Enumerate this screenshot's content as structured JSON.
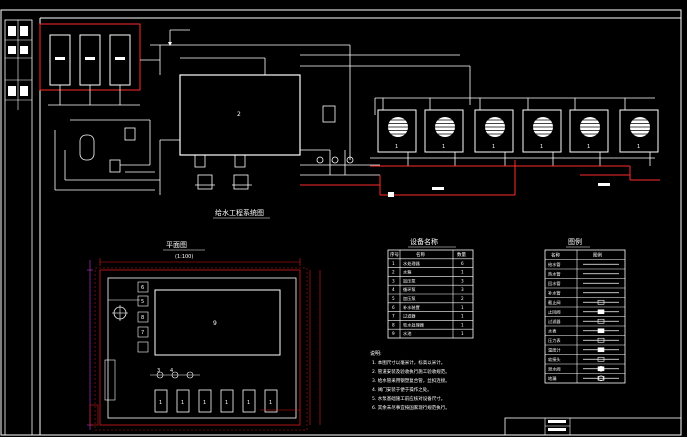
{
  "drawing": {
    "schematic_title": "给水工程系统图",
    "plan_title": "平面图",
    "plan_scale": "(1:100)",
    "equipment_table_title": "设备名称",
    "legend_title": "图例",
    "notes_title": "说明:",
    "equipment_no": "2",
    "plan_no": "9"
  },
  "equipment_table": {
    "headers": [
      "序号",
      "名称",
      "数量"
    ],
    "rows": [
      {
        "no": "1",
        "name": "水处理器",
        "qty": "6"
      },
      {
        "no": "2",
        "name": "水箱",
        "qty": "1"
      },
      {
        "no": "3",
        "name": "加压泵",
        "qty": "3"
      },
      {
        "no": "4",
        "name": "循环泵",
        "qty": "3"
      },
      {
        "no": "5",
        "name": "加压泵",
        "qty": "2"
      },
      {
        "no": "6",
        "name": "补水装置",
        "qty": "1"
      },
      {
        "no": "7",
        "name": "过滤器",
        "qty": "1"
      },
      {
        "no": "8",
        "name": "软水处理器",
        "qty": "1"
      },
      {
        "no": "9",
        "name": "水池",
        "qty": "1"
      }
    ]
  },
  "legend_table": {
    "headers": [
      "名称",
      "图例"
    ],
    "rows": [
      {
        "name": "给水管"
      },
      {
        "name": "热水管"
      },
      {
        "name": "回水管"
      },
      {
        "name": "补水管"
      },
      {
        "name": "截止阀"
      },
      {
        "name": "止回阀"
      },
      {
        "name": "过滤器"
      },
      {
        "name": "水表"
      },
      {
        "name": "压力表"
      },
      {
        "name": "温度计"
      },
      {
        "name": "软接头"
      },
      {
        "name": "泄水阀"
      },
      {
        "name": "地漏"
      }
    ]
  },
  "notes": [
    "1. 本图尺寸以毫米计，标高以米计。",
    "2. 管道安装及验收执行施工验收规范。",
    "3. 给水管采用钢塑复合管，丝扣连接。",
    "4. 阀门安装于便于操作之处。",
    "5. 水泵基础施工前应核对设备尺寸。",
    "6. 其余未尽事宜按国家现行规范执行。"
  ],
  "schematic": {
    "collector_labels": [
      "1",
      "1",
      "1",
      "1",
      "1",
      "1"
    ]
  },
  "plan": {
    "small_marks": [
      "6",
      "5",
      "8",
      "7",
      "3",
      "4"
    ],
    "bottom_units": [
      "1",
      "1",
      "1",
      "1",
      "1",
      "1"
    ]
  },
  "colors": {
    "line": "#ffffff",
    "red_pipe": "#ff2a2a",
    "dim_red": "#d81a1a",
    "hatch_red": "#c21818",
    "purple": "#c53ad8",
    "background": "#000000"
  }
}
